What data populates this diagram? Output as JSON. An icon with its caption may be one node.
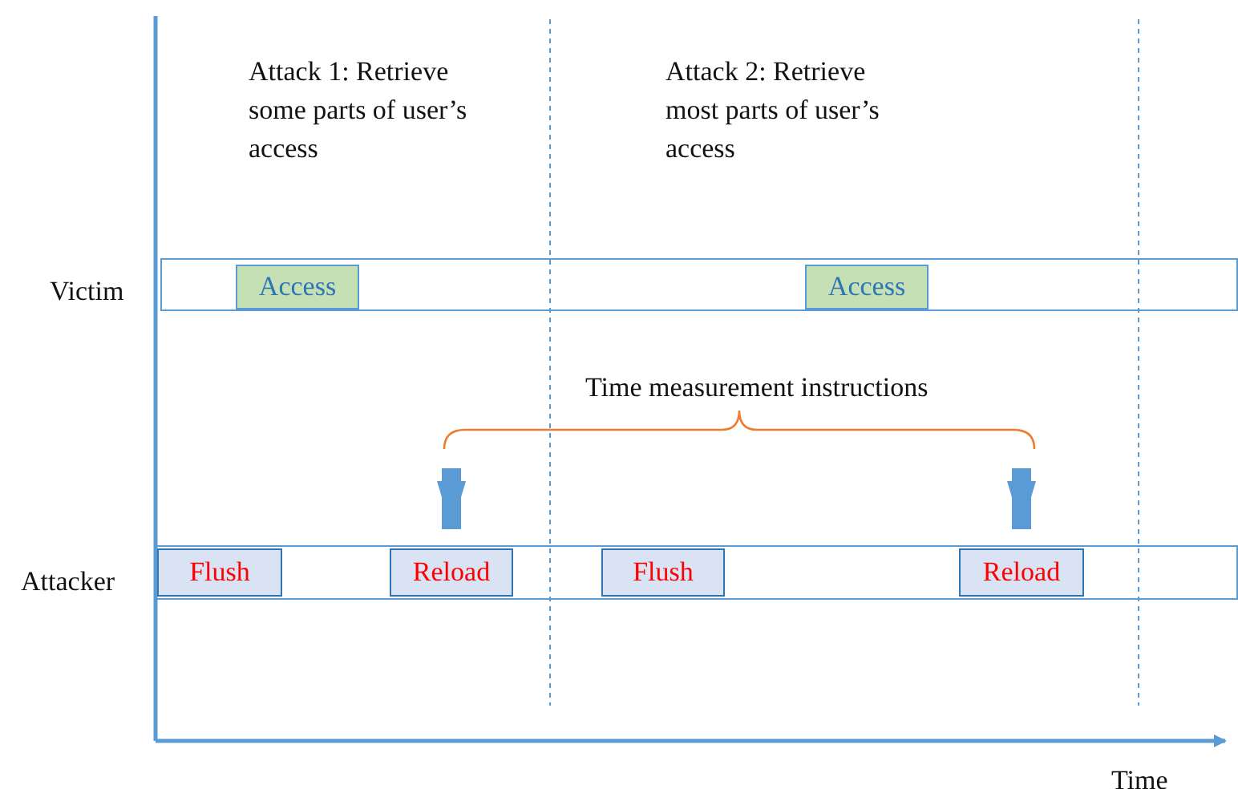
{
  "diagram": {
    "nodes": [
      {
        "text": [],
        "shape": "bar",
        "beside": [
          "Victim"
        ]
      },
      {
        "text": [
          "Access"
        ],
        "in": 0
      },
      {
        "text": [
          "Access"
        ],
        "in": 0
      },
      {
        "text": [],
        "shape": "bar",
        "beside": [
          "Attacker"
        ]
      },
      {
        "text": [
          "Flush"
        ],
        "in": 3
      },
      {
        "text": [
          "Reload"
        ],
        "in": 3
      },
      {
        "text": [
          "Flush"
        ],
        "in": 3
      },
      {
        "text": [
          "Reload"
        ],
        "in": 3
      }
    ],
    "edges": [
      {
        "from": null,
        "to": 5,
        "arrow": "to"
      },
      {
        "from": null,
        "to": 7,
        "arrow": "to"
      }
    ],
    "labels": [
      "Attack 1: Retrieve some parts of user’s access",
      "Attack 2: Retrieve most parts of user’s access",
      "Time measurement instructions",
      "Time"
    ]
  }
}
